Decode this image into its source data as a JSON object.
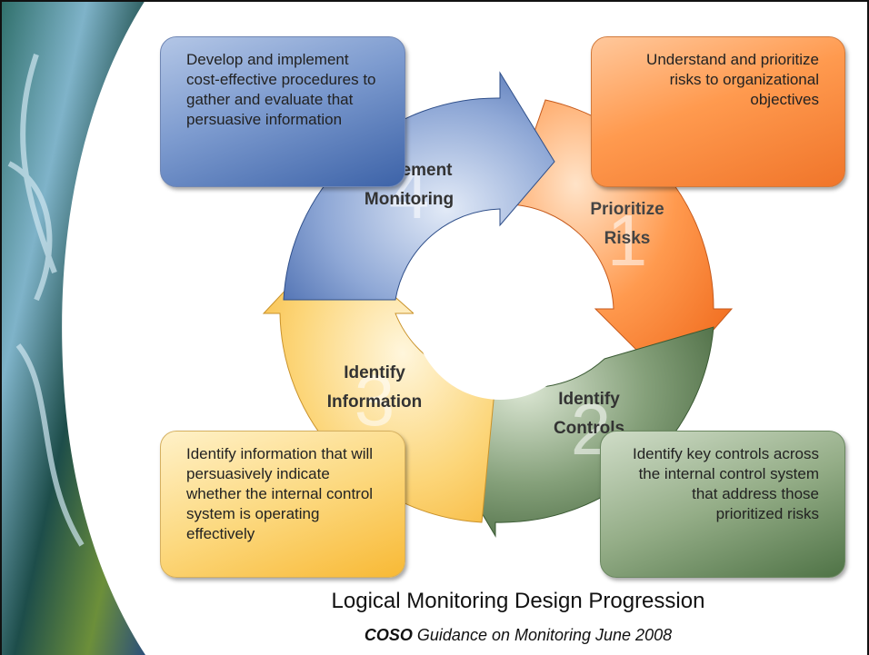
{
  "boxes": {
    "top_left": "Develop and implement cost-effective procedures to gather and evaluate that persuasive information",
    "top_right": "Understand and prioritize risks to organizational objectives",
    "bottom_left": "Identify information that will persuasively indicate whether the internal control system is operating effectively",
    "bottom_right": "Identify key controls across the internal control system that address those prioritized risks"
  },
  "steps": [
    {
      "number": "1",
      "line1": "Prioritize",
      "line2": "Risks",
      "color": "#f47a2e"
    },
    {
      "number": "2",
      "line1": "Identify",
      "line2": "Controls",
      "color": "#4f7346"
    },
    {
      "number": "3",
      "line1": "Identify",
      "line2": "Information",
      "color": "#f8b935"
    },
    {
      "number": "4",
      "line1": "Implement",
      "line2": "Monitoring",
      "color": "#3d63a8"
    }
  ],
  "caption": {
    "title": "Logical Monitoring Design Progression",
    "source_bold": "COSO",
    "source_rest": " Guidance on Monitoring June 2008"
  }
}
